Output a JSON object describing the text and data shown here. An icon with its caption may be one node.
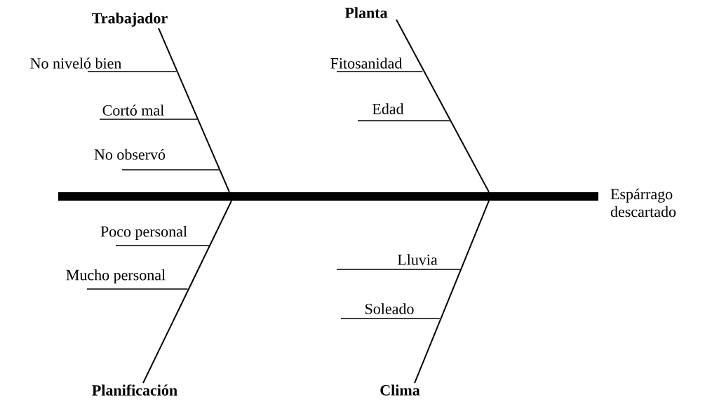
{
  "diagram": {
    "nodes": [
      {
        "text": [
          "Trabajador"
        ]
      },
      {
        "text": [
          "Planta"
        ]
      },
      {
        "text": [],
        "shape": "bar"
      },
      {
        "text": [
          "Espárrago descartado"
        ]
      },
      {
        "text": [
          "Planificación"
        ]
      },
      {
        "text": [
          "Clima"
        ]
      }
    ],
    "edges": [
      {
        "from": 0,
        "to": 2,
        "arrow": "none"
      },
      {
        "from": 1,
        "to": 2,
        "arrow": "none"
      },
      {
        "from": 4,
        "to": 2,
        "arrow": "none"
      },
      {
        "from": 5,
        "to": 2,
        "arrow": "none"
      }
    ],
    "labels": [
      "No niveló bien",
      "Fitosanidad",
      "Edad",
      "Cortó mal",
      "No observó",
      "Poco personal",
      "Lluvia",
      "Mucho personal",
      "Soleado"
    ]
  }
}
